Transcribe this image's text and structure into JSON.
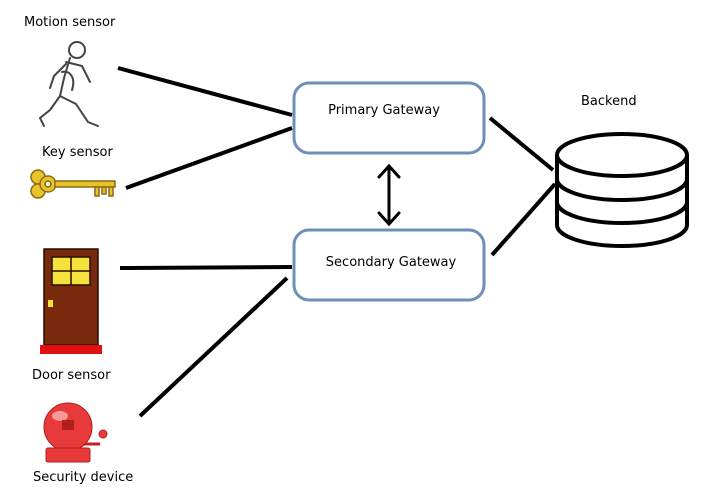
{
  "labels": {
    "motion_sensor": "Motion sensor",
    "key_sensor": "Key sensor",
    "door_sensor": "Door sensor",
    "security_device": "Security device",
    "primary_gateway": "Primary Gateway",
    "secondary_gateway": "Secondary Gateway",
    "backend": "Backend"
  },
  "colors": {
    "gateway_stroke": "#6f8fb8",
    "line": "#000000",
    "door": "#7a2a0c",
    "door_glass": "#f5e23c",
    "door_mat": "#e01010",
    "key": "#e8c32a",
    "bell": "#e83a3a"
  },
  "icons": {
    "motion_sensor": "walking-person-icon",
    "key_sensor": "key-icon",
    "door_sensor": "door-icon",
    "security_device": "alarm-bell-icon",
    "backend": "database-icon"
  }
}
